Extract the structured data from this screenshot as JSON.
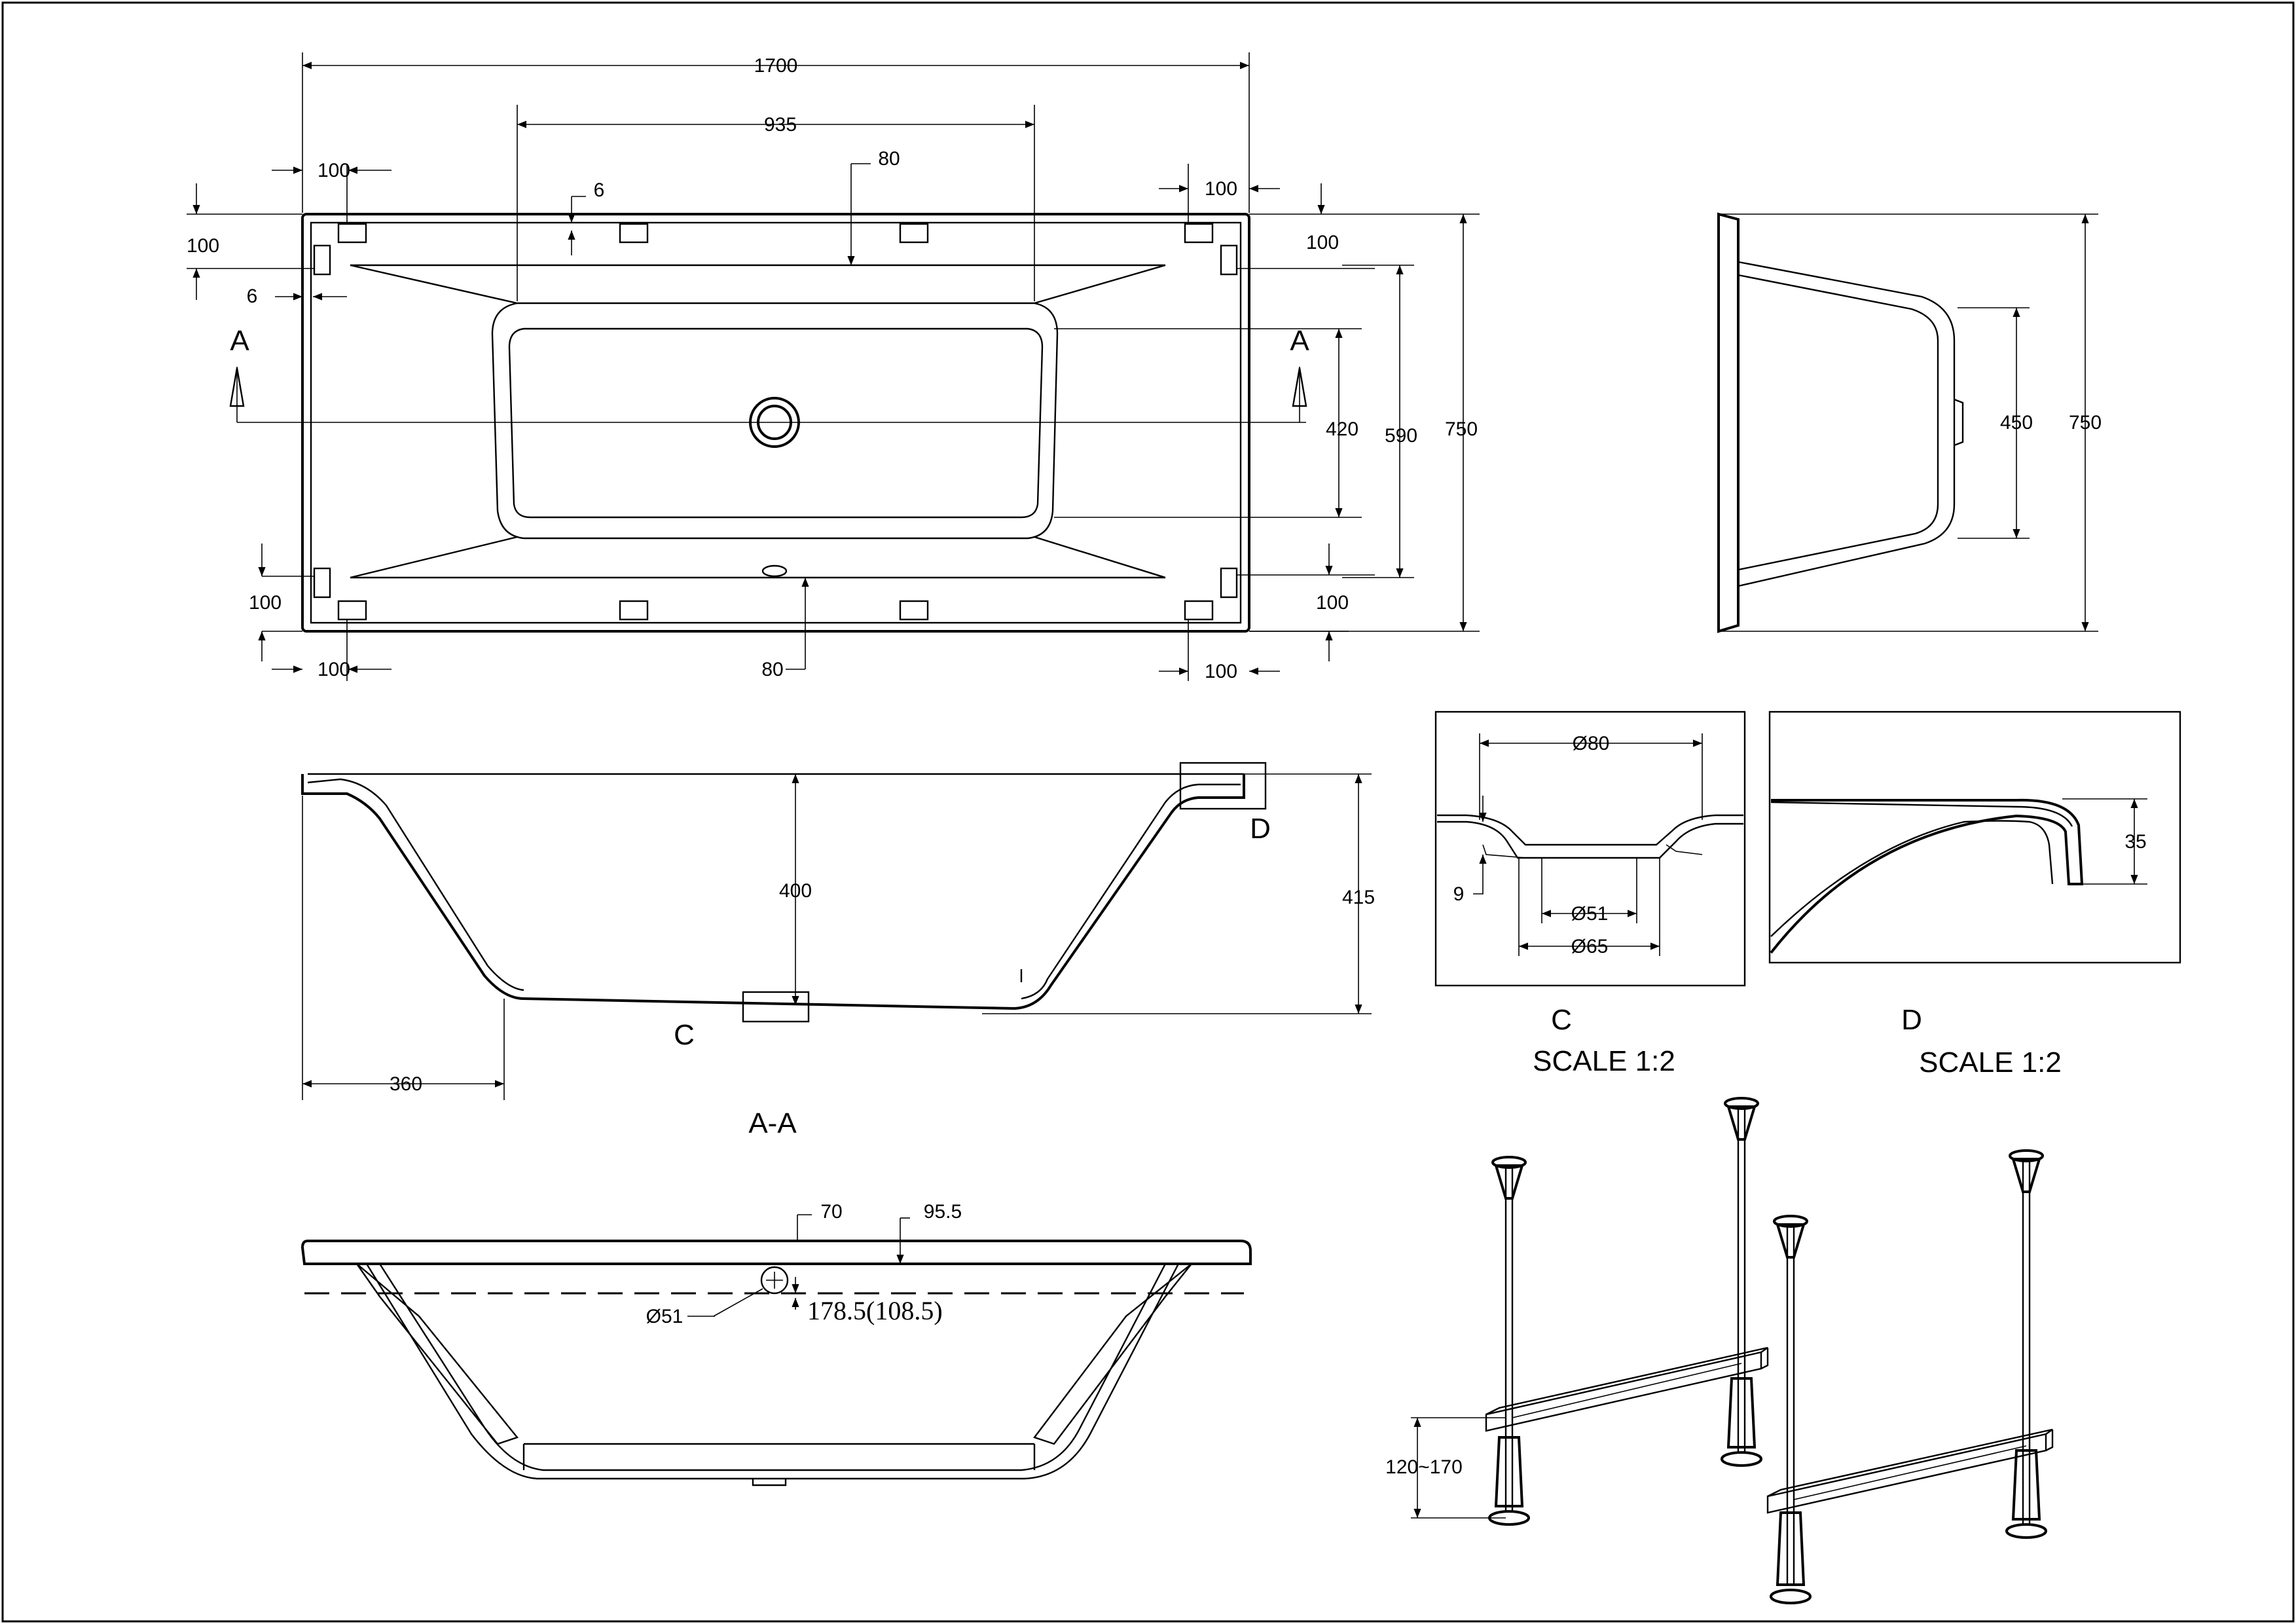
{
  "top_view": {
    "overall_length": "1700",
    "inner_length": "935",
    "overall_width": "750",
    "inner_width": "590",
    "bottom_width": "420",
    "edge_offsets": [
      "100",
      "100",
      "100",
      "100",
      "100",
      "100",
      "100",
      "100"
    ],
    "rim_top_gap": "80",
    "rim_bottom_gap": "80",
    "small_gap": "6",
    "side_gap": "6",
    "section_marker": "A"
  },
  "side_view": {
    "overall_height": "750",
    "inner_height": "450"
  },
  "section_aa": {
    "depth_inner": "400",
    "depth_outer": "415",
    "slope_run": "360",
    "detail_c": "C",
    "detail_d": "D",
    "title": "A-A"
  },
  "detail_c": {
    "outer_dia": "Ø80",
    "hole_dia": "Ø51",
    "flange_dia": "Ø65",
    "thickness": "9",
    "name": "C",
    "scale": "SCALE 1:2"
  },
  "detail_d": {
    "rim_height": "35",
    "name": "D",
    "scale": "SCALE 1:2"
  },
  "front_view": {
    "dim_a": "70",
    "dim_b": "95.5",
    "overflow_dia": "Ø51",
    "overflow_height": "178.5(108.5)"
  },
  "legs": {
    "height_range": "120~170"
  }
}
